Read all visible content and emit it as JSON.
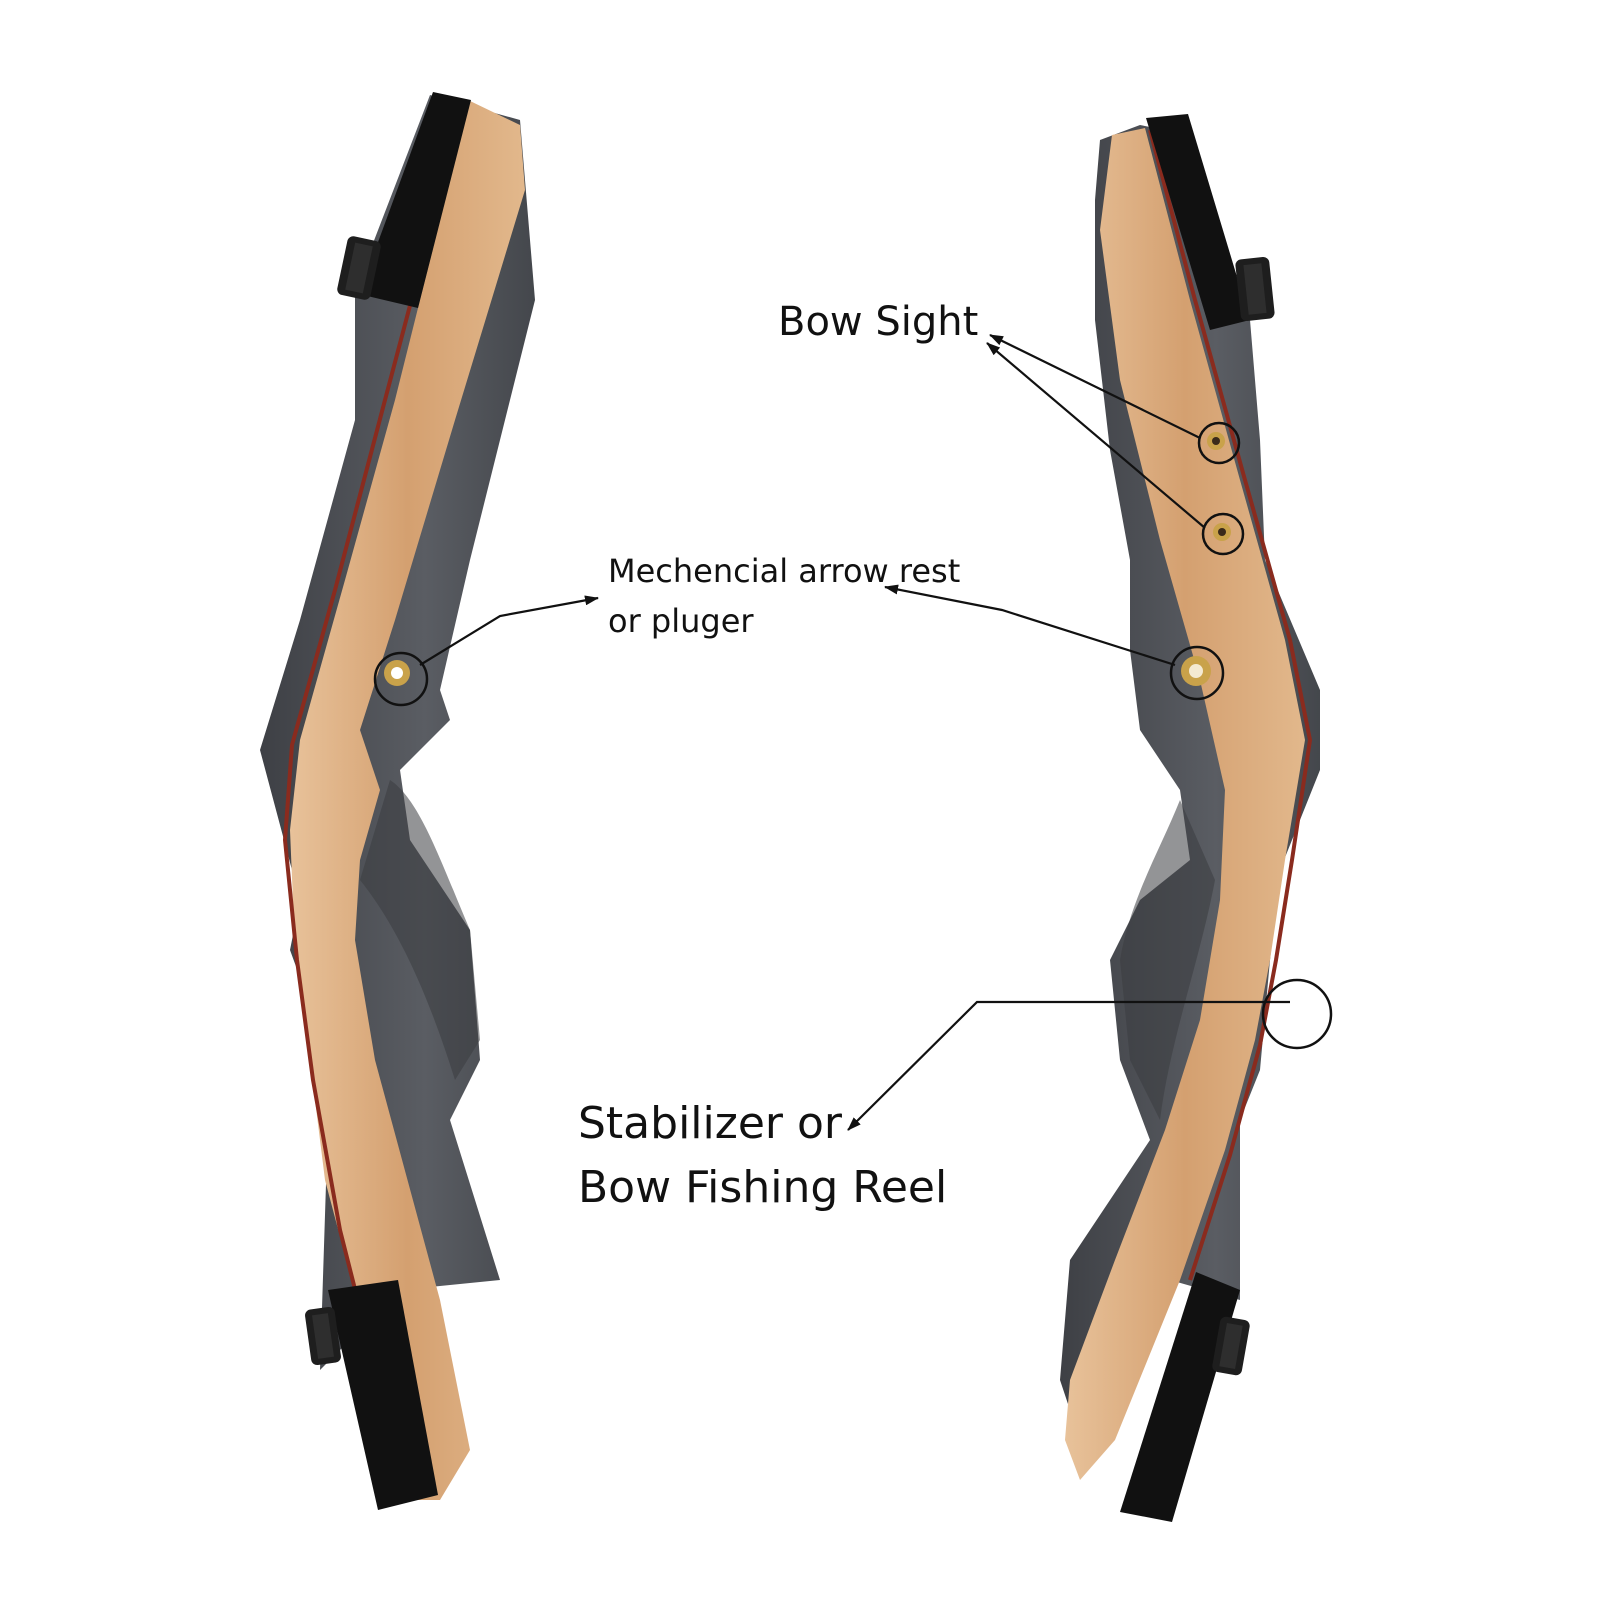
{
  "annotations": {
    "bow_sight": {
      "text": "Bow Sight"
    },
    "arrow_rest": {
      "line1": "Mechencial arrow rest",
      "line2": "or pluger"
    },
    "stabilizer": {
      "line1": "Stabilizer or",
      "line2": "Bow Fishing Reel"
    }
  },
  "colors": {
    "background": "#ffffff",
    "light_wood": "#d9a878",
    "dark_wood": "#4a4d52",
    "accent_stripe": "#8a2b1e",
    "mount_pad": "#111111",
    "brass_insert": "#c9a24a",
    "annotation_ink": "#111111"
  }
}
